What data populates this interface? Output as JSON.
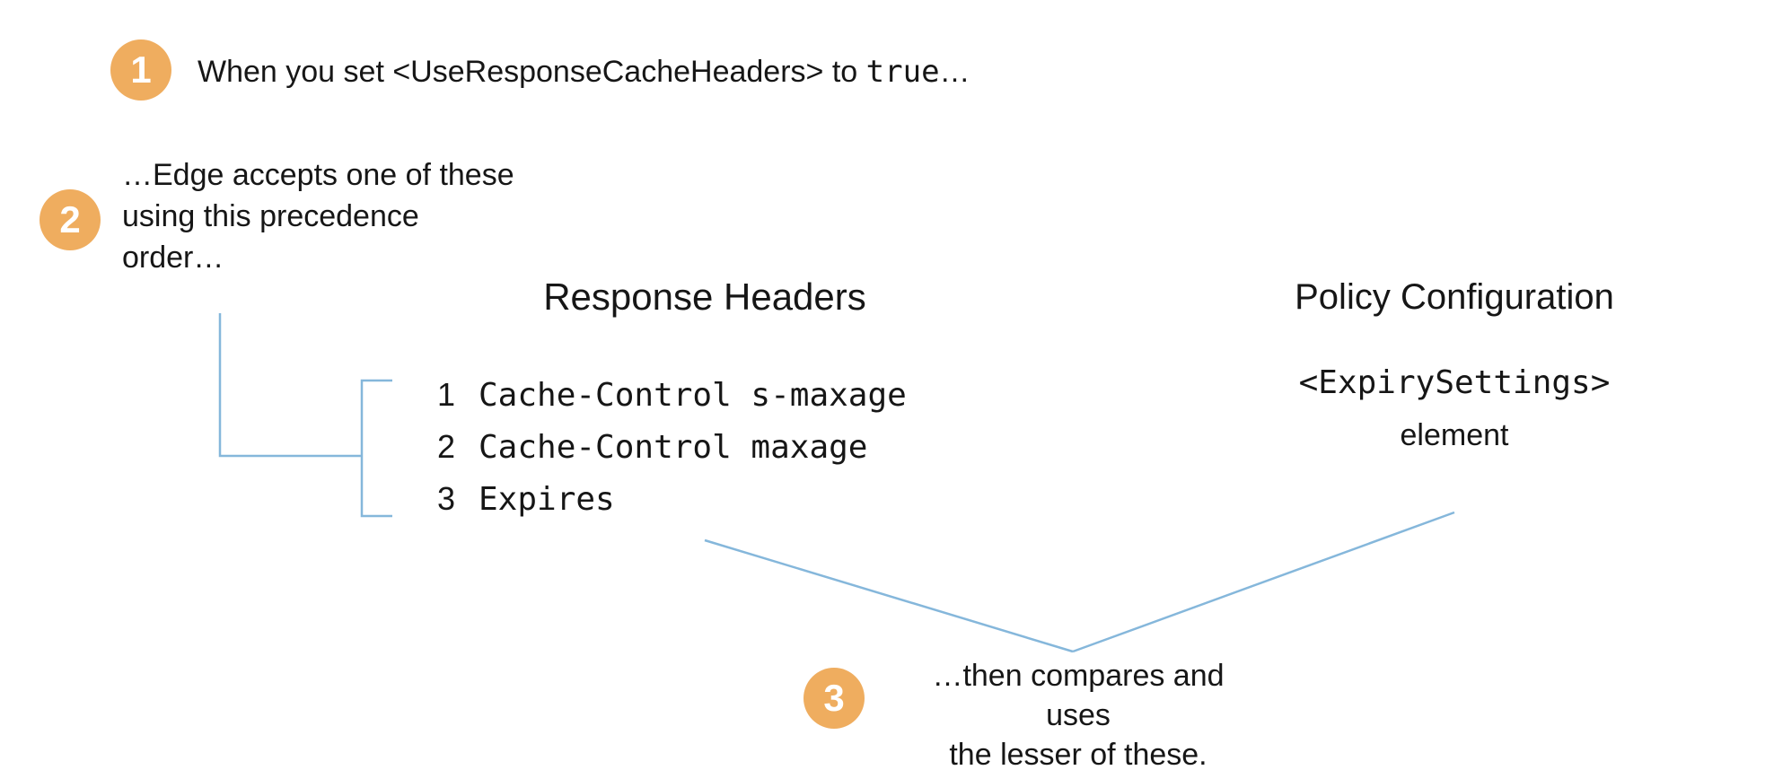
{
  "colors": {
    "accent_orange": "#EFAD5F",
    "line_blue": "#85B7DB",
    "text": "#161616"
  },
  "step1": {
    "number": "1",
    "text_prefix": "When you set <UseResponseCacheHeaders> to ",
    "code": "true",
    "suffix": "…"
  },
  "step2": {
    "number": "2",
    "lines": [
      "…Edge accepts one of these",
      "using this precedence",
      "order…"
    ]
  },
  "columns": {
    "response_headers": {
      "title": "Response Headers",
      "items": [
        {
          "num": "1",
          "label": "Cache-Control s-maxage"
        },
        {
          "num": "2",
          "label": "Cache-Control maxage"
        },
        {
          "num": "3",
          "label": "Expires"
        }
      ]
    },
    "policy_configuration": {
      "title": "Policy Configuration",
      "code": "<ExpirySettings>",
      "label": "element"
    }
  },
  "step3": {
    "number": "3",
    "lines": [
      "…then compares and uses",
      "the lesser of these."
    ]
  }
}
